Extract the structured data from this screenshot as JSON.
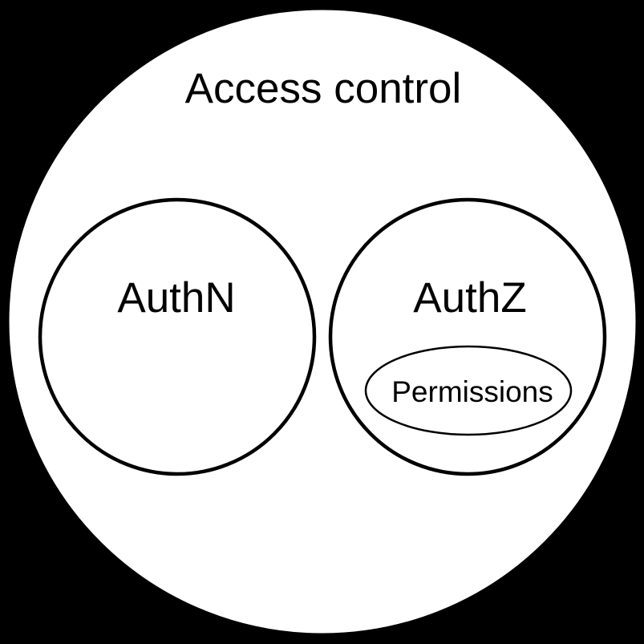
{
  "diagram": {
    "type": "euler-diagram",
    "title": "Access control",
    "sets": [
      {
        "label": "AuthN",
        "children": []
      },
      {
        "label": "AuthZ",
        "children": [
          {
            "label": "Permissions"
          }
        ]
      }
    ],
    "colors": {
      "background": "#000000",
      "set_fill": "#ffffff",
      "set_stroke": "#000000",
      "text": "#000000"
    }
  }
}
